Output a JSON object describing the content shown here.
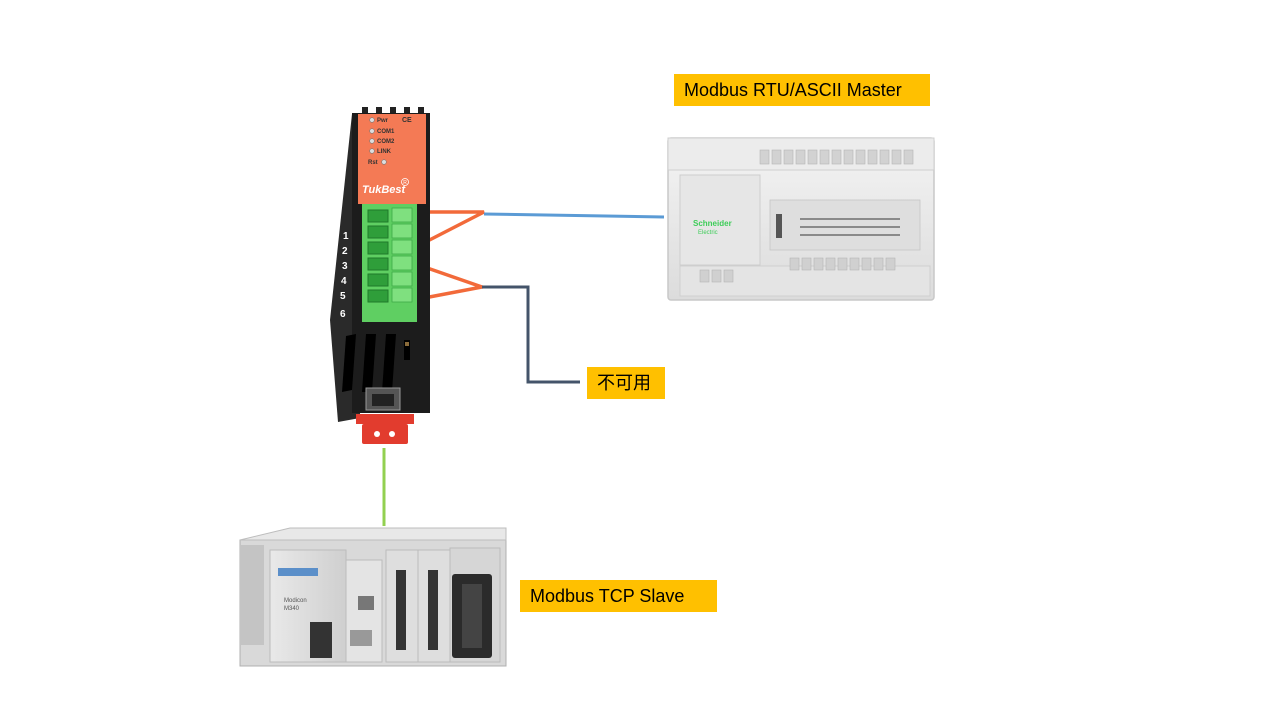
{
  "labels": {
    "master": "Modbus RTU/ASCII Master",
    "slave": "Modbus TCP Slave",
    "not_available": "不可用"
  },
  "gateway": {
    "brand": "TukBest",
    "leds": [
      "Pwr",
      "COM1",
      "COM2",
      "LINK",
      "Rst"
    ],
    "ce_mark": "CE",
    "registered": "R",
    "terminal_numbers": [
      "1",
      "2",
      "3",
      "4",
      "5",
      "6"
    ]
  },
  "plc_master": {
    "brand_line1": "Schneider",
    "brand_line2": "Electric"
  },
  "plc_slave": {
    "brand_line1": "Modicon",
    "brand_line2": "M340"
  },
  "colors": {
    "label_bg": "#ffc000",
    "gateway_orange": "#f47a55",
    "gateway_body": "#1c1c1c",
    "terminal_green": "#5fcf62",
    "wire_orange": "#f26a3a",
    "wire_blue": "#5b9bd5",
    "wire_dark": "#44546a",
    "wire_green": "#92d050",
    "din_clip_red": "#e23c2e"
  }
}
